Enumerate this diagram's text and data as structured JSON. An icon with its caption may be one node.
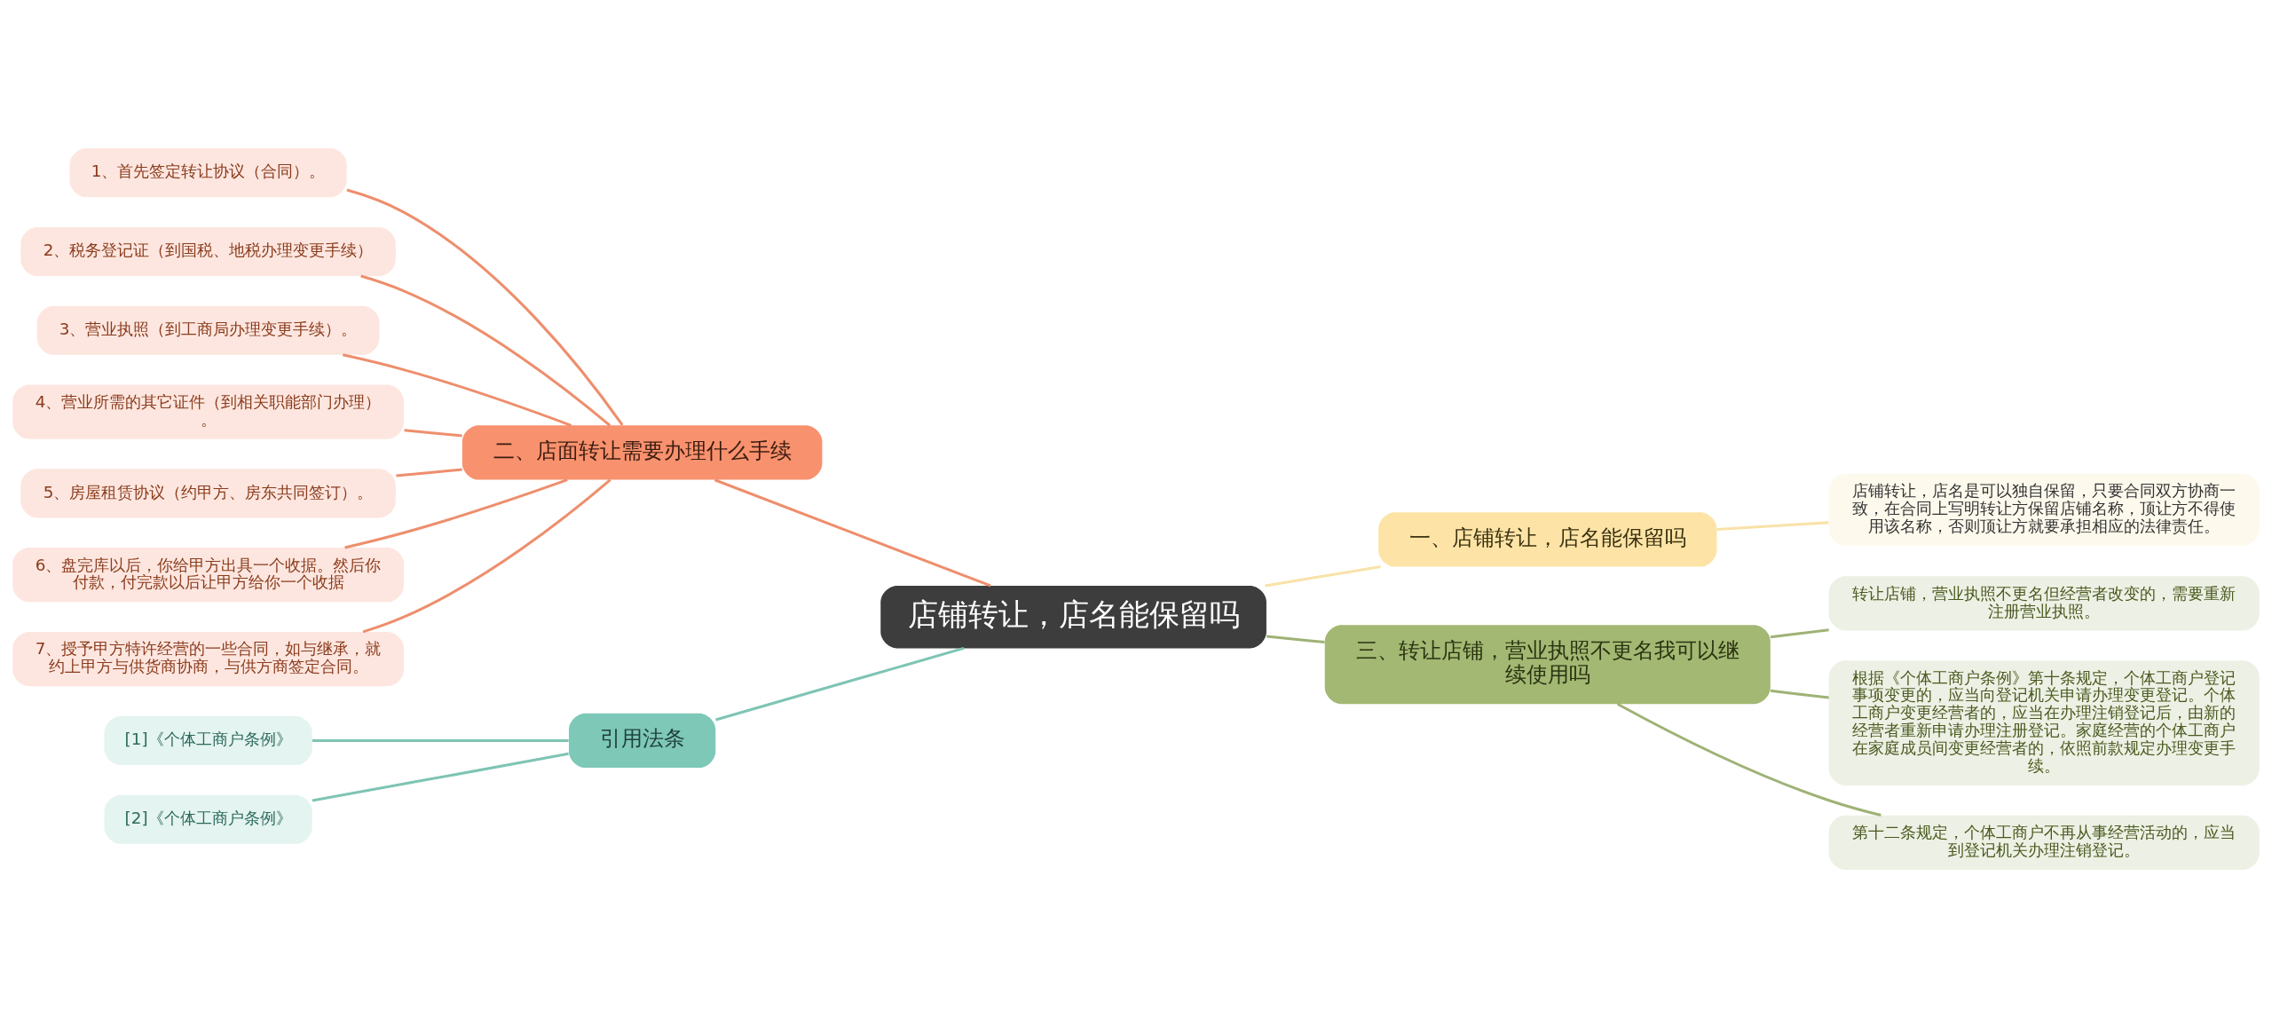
{
  "diagram": {
    "nodes": [
      {
        "text": [
          "店铺转让，店名能保留吗"
        ]
      },
      {
        "text": [
          "二、店面转让需要办理什么手续"
        ]
      },
      {
        "text": [
          "1、首先签定转让协议（合同）。"
        ]
      },
      {
        "text": [
          "2、税务登记证（到国税、地税办理变更手续）"
        ]
      },
      {
        "text": [
          "3、营业执照（到工商局办理变更手续）。"
        ]
      },
      {
        "text": [
          "4、营业所需的其它证件（到相关职能部门办理）。"
        ]
      },
      {
        "text": [
          "5、房屋租赁协议（约甲方、房东共同签订）。"
        ]
      },
      {
        "text": [
          "6、盘完库以后，你给甲方出具一个收据。然后你付款，付完款以后让甲方给你一个收据"
        ]
      },
      {
        "text": [
          "7、授予甲方特许经营的一些合同，如与继承，就约上甲方与供货商协商，与供方商签定合同。"
        ]
      },
      {
        "text": [
          "引用法条"
        ]
      },
      {
        "text": [
          "[1]《个体工商户条例》"
        ]
      },
      {
        "text": [
          "[2]《个体工商户条例》"
        ]
      },
      {
        "text": [
          "一、店铺转让，店名能保留吗"
        ]
      },
      {
        "text": [
          "店铺转让，店名是可以独自保留，只要合同双方协商一致，在合同上写明转让方保留店铺名称，顶让方不得使用该名称，否则顶让方就要承担相应的法律责任。"
        ]
      },
      {
        "text": [
          "三、转让店铺，营业执照不更名我可以继续使用吗"
        ]
      },
      {
        "text": [
          "转让店铺，营业执照不更名但经营者改变的，需要重新注册营业执照。"
        ]
      },
      {
        "text": [
          "根据《个体工商户条例》第十条规定，个体工商户登记事项变更的，应当向登记机关申请办理变更登记。个体工商户变更经营者的，应当在办理注销登记后，由新的经营者重新申请办理注册登记。家庭经营的个体工商户在家庭成员间变更经营者的，依照前款规定办理变更手续。"
        ]
      },
      {
        "text": [
          "第十二条规定，个体工商户不再从事经营活动的，应当到登记机关办理注销登记。"
        ]
      }
    ],
    "edges": [
      {
        "from": 0,
        "to": 1,
        "arrow": "none",
        "color": "#ee8e6c"
      },
      {
        "from": 1,
        "to": 2,
        "arrow": "none",
        "color": "#ee8e6c"
      },
      {
        "from": 1,
        "to": 3,
        "arrow": "none",
        "color": "#ee8e6c"
      },
      {
        "from": 1,
        "to": 4,
        "arrow": "none",
        "color": "#ee8e6c"
      },
      {
        "from": 1,
        "to": 5,
        "arrow": "none",
        "color": "#ee8e6c"
      },
      {
        "from": 1,
        "to": 6,
        "arrow": "none",
        "color": "#ee8e6c"
      },
      {
        "from": 1,
        "to": 7,
        "arrow": "none",
        "color": "#ee8e6c"
      },
      {
        "from": 1,
        "to": 8,
        "arrow": "none",
        "color": "#ee8e6c"
      },
      {
        "from": 0,
        "to": 9,
        "arrow": "none",
        "color": "#7ec4b4"
      },
      {
        "from": 9,
        "to": 10,
        "arrow": "none",
        "color": "#7ec4b4"
      },
      {
        "from": 9,
        "to": 11,
        "arrow": "none",
        "color": "#7ec4b4"
      },
      {
        "from": 0,
        "to": 12,
        "arrow": "none",
        "color": "#f9e2a8"
      },
      {
        "from": 12,
        "to": 13,
        "arrow": "none",
        "color": "#f9e2a8"
      },
      {
        "from": 0,
        "to": 14,
        "arrow": "none",
        "color": "#9fb276"
      },
      {
        "from": 14,
        "to": 15,
        "arrow": "none",
        "color": "#9fb276"
      },
      {
        "from": 14,
        "to": 16,
        "arrow": "none",
        "color": "#9fb276"
      },
      {
        "from": 14,
        "to": 17,
        "arrow": "none",
        "color": "#9fb276"
      }
    ]
  }
}
